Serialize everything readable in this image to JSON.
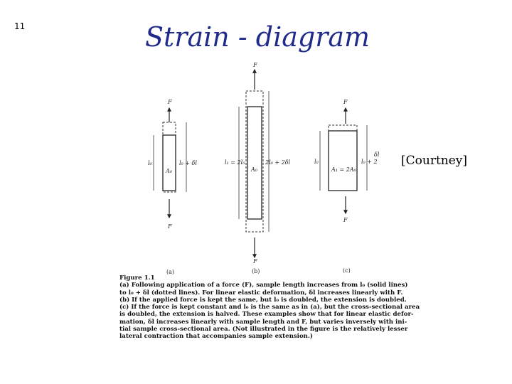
{
  "slide_number": "11",
  "title": "Strain - diagram",
  "credit": "[Courtney]",
  "figure": {
    "panels": [
      {
        "id": "a",
        "label": "(a)",
        "force_top": "F",
        "force_bottom": "F",
        "left_dim": "l₀",
        "right_dim": "l₀ + δl",
        "area": "A₀"
      },
      {
        "id": "b",
        "label": "(b)",
        "force_top": "F",
        "force_bottom": "F",
        "left_dim": "l₁ = 2l₀",
        "right_dim": "2l₀ + 2δl",
        "area": "A₀"
      },
      {
        "id": "c",
        "label": "(c)",
        "force_top": "F",
        "force_bottom": "F",
        "left_dim": "l₀",
        "right_dim_top": "δl",
        "right_dim_bottom": "l₀ + 2",
        "area": "A₁ = 2A₀"
      }
    ]
  },
  "caption": {
    "heading": "Figure 1.1",
    "lines": [
      "(a) Following application of a force (F), sample length increases from l₀ (solid lines)",
      "to l₀ + δl (dotted lines). For linear elastic deformation, δl increases linearly with F.",
      "(b) If the applied force is kept the same, but l₀ is doubled, the extension is doubled.",
      "(c) If the force is kept constant and l₀ is the same as in (a), but the cross-sectional area",
      "is doubled, the extension is halved. These examples show that for linear elastic defor-",
      "mation, δl increases linearly with sample length and F, but varies inversely with ini-",
      "tial sample cross-sectional area. (Not illustrated in the figure is the relatively lesser",
      "lateral contraction that accompanies sample extension.)"
    ]
  }
}
